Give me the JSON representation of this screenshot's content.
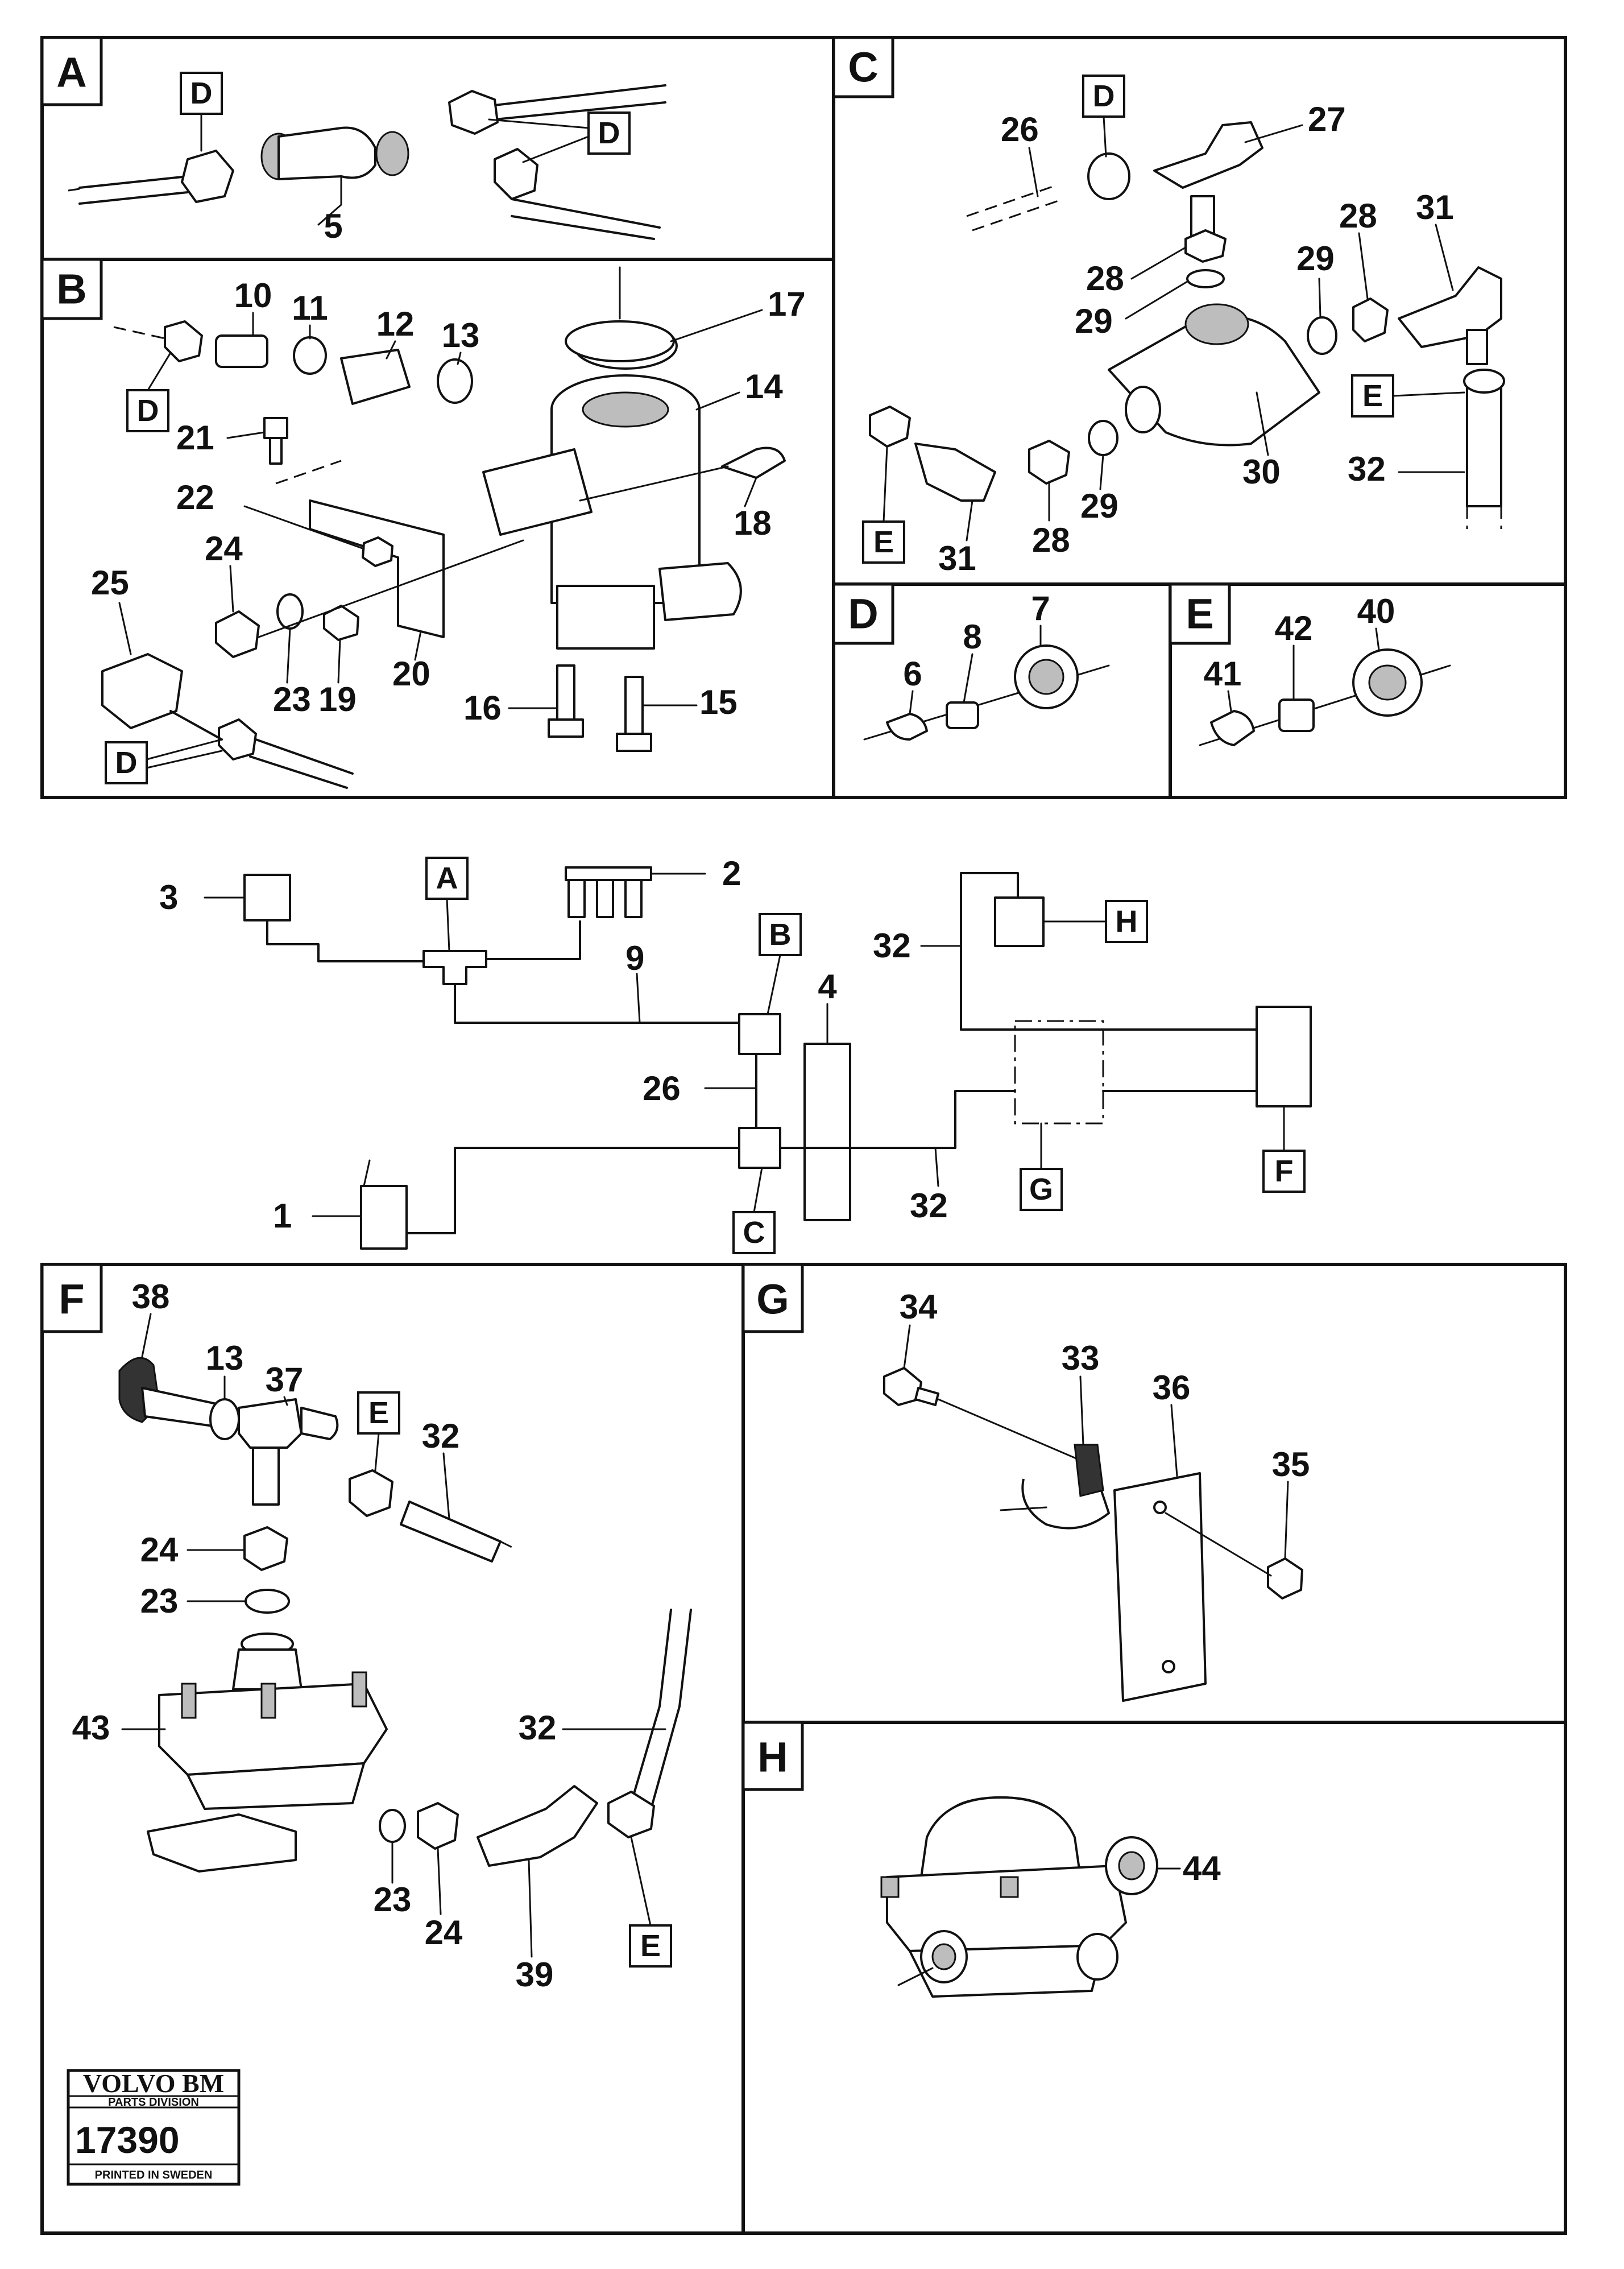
{
  "sections": {
    "A": "A",
    "B": "B",
    "C": "C",
    "D": "D",
    "E": "E",
    "F": "F",
    "G": "G",
    "H": "H"
  },
  "refs": {
    "D": "D",
    "E": "E",
    "A": "A",
    "B": "B",
    "C": "C",
    "F": "F",
    "G": "G",
    "H": "H"
  },
  "parts": {
    "p1": "1",
    "p2": "2",
    "p3": "3",
    "p4": "4",
    "p5": "5",
    "p6": "6",
    "p7": "7",
    "p8": "8",
    "p9": "9",
    "p10": "10",
    "p11": "11",
    "p12": "12",
    "p13": "13",
    "p14": "14",
    "p15": "15",
    "p16": "16",
    "p17": "17",
    "p18": "18",
    "p19": "19",
    "p20": "20",
    "p21": "21",
    "p22": "22",
    "p23": "23",
    "p24": "24",
    "p25": "25",
    "p26": "26",
    "p27": "27",
    "p28": "28",
    "p29": "29",
    "p30": "30",
    "p31": "31",
    "p32": "32",
    "p33": "33",
    "p34": "34",
    "p35": "35",
    "p36": "36",
    "p37": "37",
    "p38": "38",
    "p39": "39",
    "p40": "40",
    "p41": "41",
    "p42": "42",
    "p43": "43",
    "p44": "44"
  },
  "logo": {
    "brand": "VOLVO BM",
    "division": "PARTS DIVISION",
    "number": "17390",
    "printed": "PRINTED IN SWEDEN"
  }
}
